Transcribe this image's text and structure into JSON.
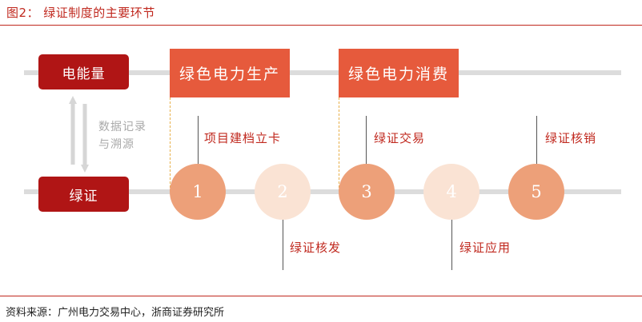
{
  "figure": {
    "title": "图2：  绿证制度的主要环节"
  },
  "source": "资料来源：广州电力交易中心，浙商证券研究所",
  "boxes": {
    "energy": "电能量",
    "certificate": "绿证",
    "production": "绿色电力生产",
    "consumption": "绿色电力消费"
  },
  "side_note": {
    "line1": "数据记录",
    "line2": "与溯源"
  },
  "steps": [
    {
      "number": "1",
      "label": "项目建档立卡"
    },
    {
      "number": "2",
      "label": "绿证核发"
    },
    {
      "number": "3",
      "label": "绿证交易"
    },
    {
      "number": "4",
      "label": "绿证应用"
    },
    {
      "number": "5",
      "label": "绿证核销"
    }
  ],
  "colors": {
    "accent": "#c0281e",
    "dark_red": "#b01515",
    "orange": "#e65a3c",
    "circle_dark": "#eda079",
    "circle_light": "#fae3d4",
    "dashed": "#e8b04a",
    "track": "#dcdcdc"
  }
}
